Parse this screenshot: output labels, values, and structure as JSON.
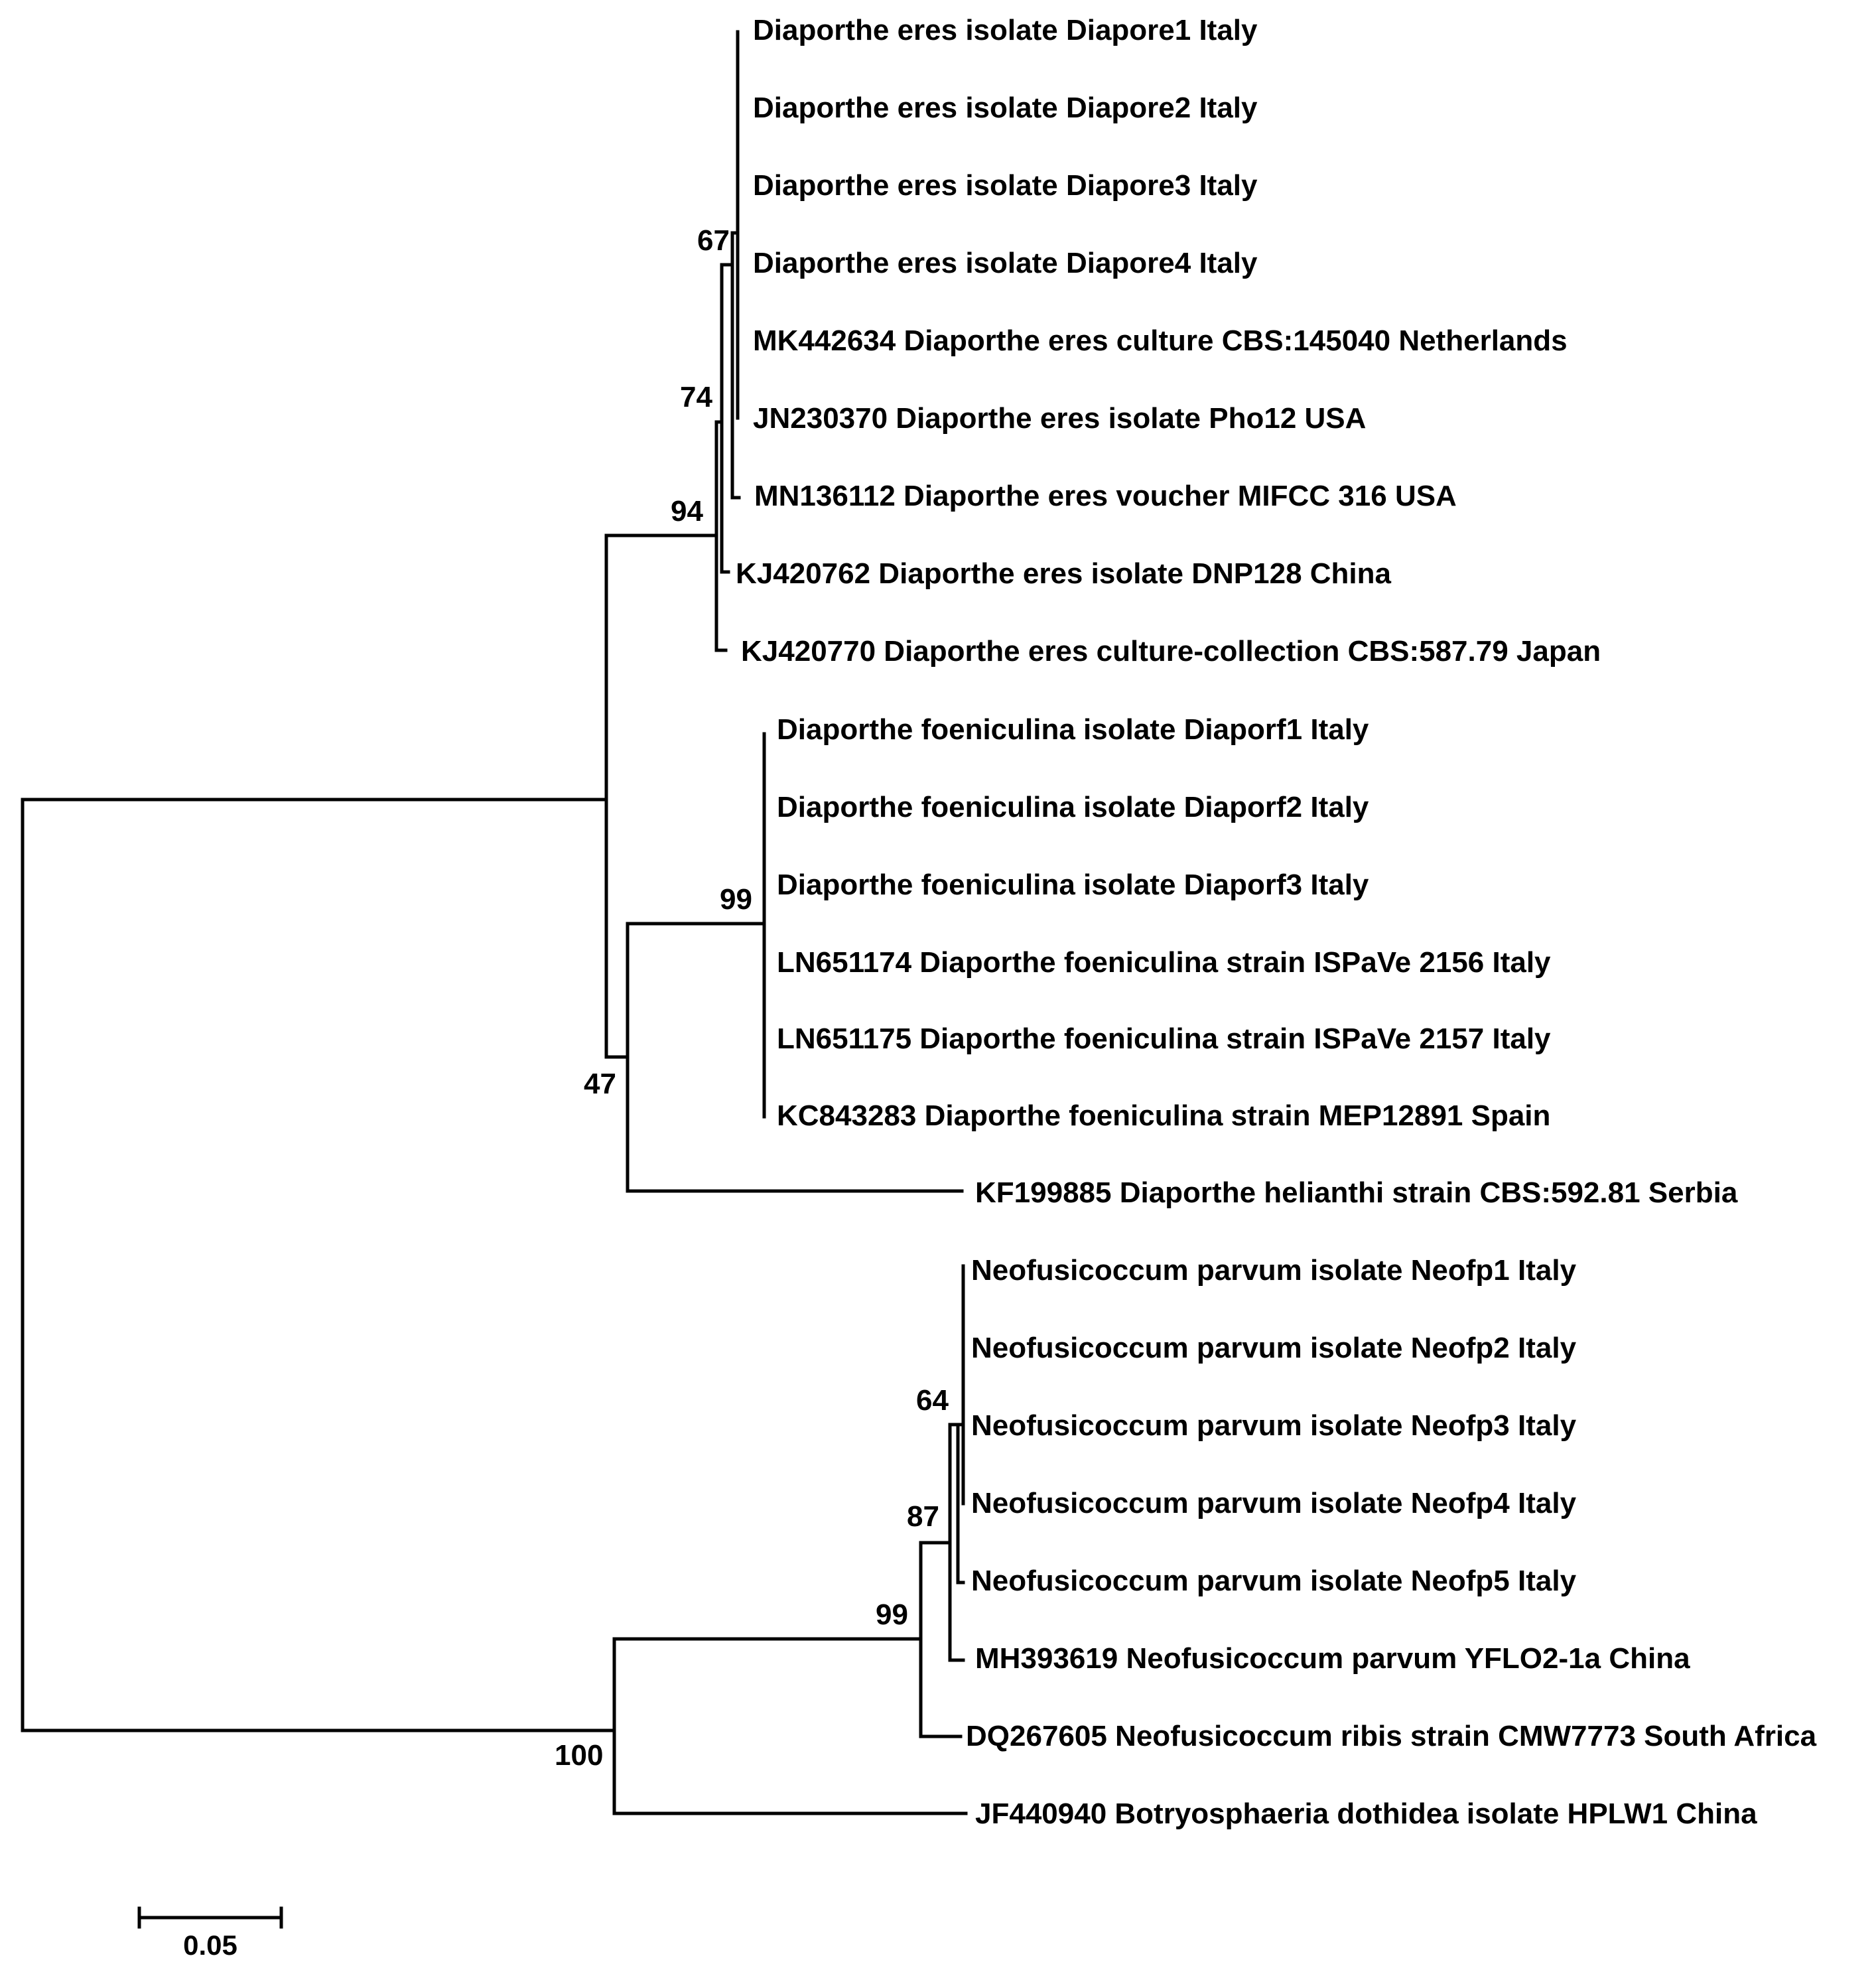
{
  "tree": {
    "leaves": [
      "Diaporthe eres isolate Diapore1 Italy",
      "Diaporthe eres isolate Diapore2 Italy",
      "Diaporthe eres isolate Diapore3 Italy",
      "Diaporthe eres isolate Diapore4 Italy",
      "MK442634 Diaporthe eres culture CBS:145040 Netherlands",
      "JN230370 Diaporthe eres isolate Pho12 USA",
      "MN136112 Diaporthe eres voucher MIFCC 316 USA",
      "KJ420762 Diaporthe eres isolate DNP128 China",
      "KJ420770 Diaporthe eres culture-collection CBS:587.79 Japan",
      "Diaporthe foeniculina isolate Diaporf1 Italy",
      "Diaporthe foeniculina isolate Diaporf2 Italy",
      "Diaporthe foeniculina isolate Diaporf3 Italy",
      "LN651174 Diaporthe foeniculina strain ISPaVe 2156 Italy",
      "LN651175 Diaporthe foeniculina strain ISPaVe 2157 Italy",
      "KC843283 Diaporthe foeniculina strain MEP12891 Spain",
      "KF199885 Diaporthe helianthi strain CBS:592.81 Serbia",
      "Neofusicoccum parvum isolate Neofp1 Italy",
      "Neofusicoccum parvum isolate Neofp2 Italy",
      "Neofusicoccum parvum isolate Neofp3 Italy",
      "Neofusicoccum parvum isolate Neofp4 Italy",
      "Neofusicoccum parvum isolate Neofp5 Italy",
      "MH393619 Neofusicoccum parvum YFLO2-1a China",
      "DQ267605 Neofusicoccum ribis strain CMW7773 South Africa",
      "JF440940 Botryosphaeria dothidea isolate HPLW1 China"
    ],
    "bootstrap": {
      "eres_core": "67",
      "eres_plus_kj420762": "74",
      "eres_clade": "94",
      "foeniculina_clade": "99",
      "diaporthe_clade": "47",
      "parvum_core": "64",
      "parvum_clade": "87",
      "neofusicoccum_clade": "99",
      "botryosphaeriaceae_clade": "100"
    },
    "scale_bar": {
      "label": "0.05",
      "value": 0.05
    }
  }
}
